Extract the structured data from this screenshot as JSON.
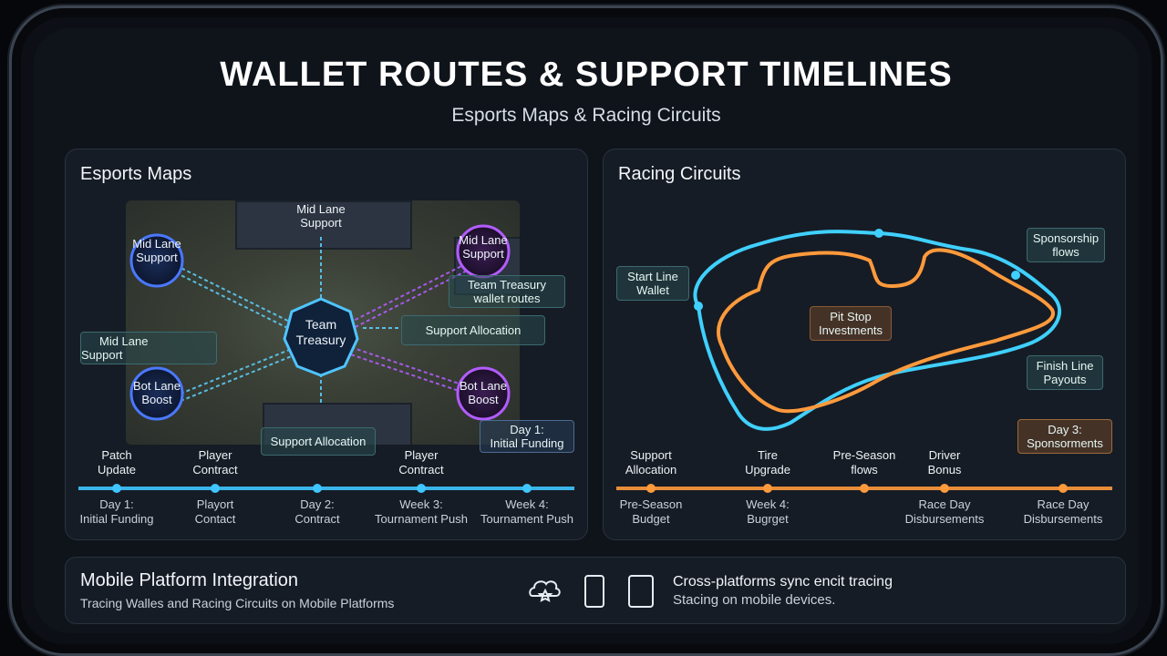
{
  "header": {
    "title": "WALLET ROUTES & SUPPORT TIMELINES",
    "subtitle": "Esports Maps & Racing Circuits"
  },
  "esports": {
    "title": "Esports Maps",
    "nodes": {
      "center": "Team\nTreasury",
      "top_left": "Mid Lane\nSupport",
      "top": "Mid Lane\nSupport",
      "top_right": "Mid Lane\nSupport",
      "bot_left": "Bot Lane\nBoost",
      "bot_right": "Bot Lane\nBoost"
    },
    "boxes": {
      "treasury_routes": "Team Treasury\nwallet routes",
      "support_allocation_right": "Support Allocation",
      "mid_lane_support_left": "Mid Lane\nSupport",
      "support_allocation_bottom": "Support Allocation",
      "day1_initial_funding": "Day 1:\nInitial Funding"
    },
    "timeline_top": [
      "Patch\nUpdate",
      "Player\nContract",
      "",
      "Player\nContract",
      ""
    ],
    "timeline_bottom": [
      "Day 1:\nInitial Funding",
      "Playort\nContact",
      "Day 2:\nContract",
      "Week 3:\nTournament Push",
      "Week 4:\nTournament Push"
    ],
    "accent": "#3fc6ff"
  },
  "racing": {
    "title": "Racing Circuits",
    "boxes": {
      "start_line": "Start Line\nWallet",
      "sponsorship": "Sponsorship\nflows",
      "pit_stop": "Pit Stop\nInvestments",
      "finish_line": "Finish Line\nPayouts",
      "day3": "Day 3:\nSponsorments"
    },
    "timeline_top": [
      "Support\nAllocation",
      "Tire\nUpgrade",
      "Pre-Season\nflows",
      "Driver\nBonus",
      ""
    ],
    "timeline_bottom": [
      "Pre-Season\nBudget",
      "Week 4:\nBugrget",
      "",
      "Race Day\nDisbursements",
      "Race Day\nDisbursements"
    ],
    "accent": "#ff9a3c"
  },
  "mobile": {
    "title": "Mobile Platform Integration",
    "subtitle": "Tracing Walles and Racing Circuits on Mobile Platforms",
    "sync_title": "Cross-platforms sync encit tracing",
    "sync_sub": "Stacing on mobile devices.",
    "icons": [
      "cloud-sync-icon",
      "phone-icon",
      "tablet-icon"
    ]
  }
}
